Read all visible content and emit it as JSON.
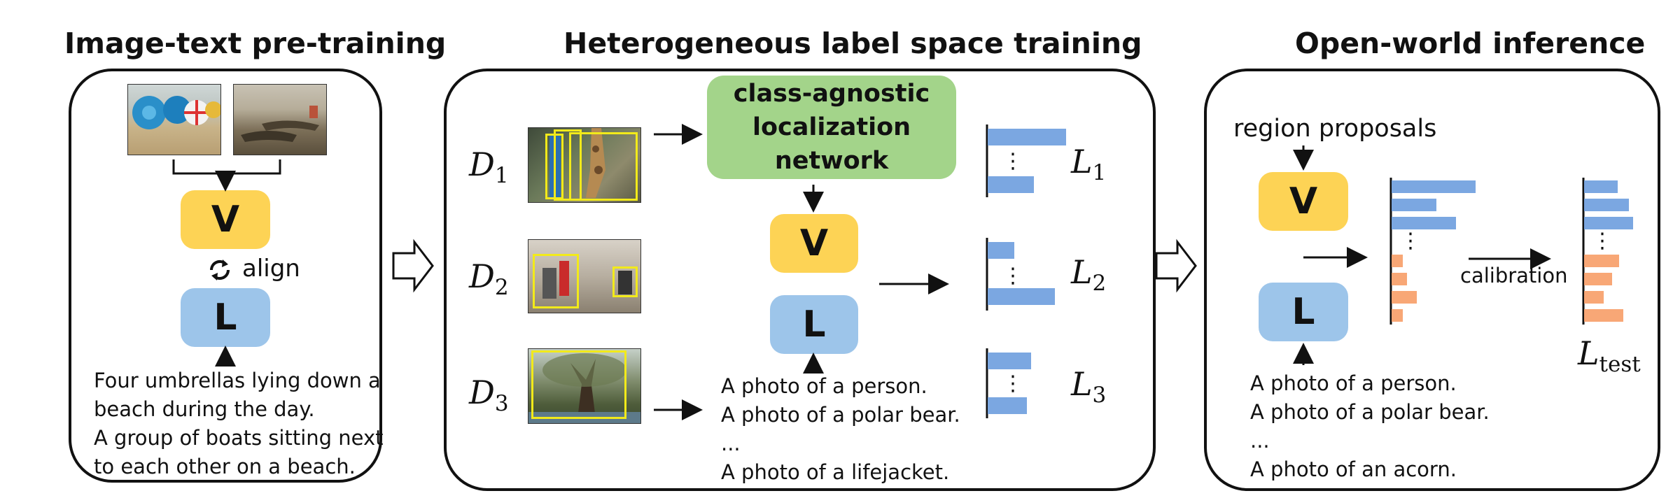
{
  "titles": {
    "pretraining": "Image-text pre-training",
    "hetero": "Heterogeneous label space training",
    "openworld": "Open-world inference"
  },
  "panel1": {
    "v_label": "V",
    "l_label": "L",
    "align_label": "align",
    "captions": [
      "Four umbrellas lying down a",
      "beach during the day.",
      "A group of boats sitting next",
      "to each other on a beach."
    ]
  },
  "panel2": {
    "localization_label": [
      "class-agnostic",
      "localization",
      "network"
    ],
    "v_label": "V",
    "l_label": "L",
    "datasets": [
      {
        "symbol": "D",
        "sub": "1"
      },
      {
        "symbol": "D",
        "sub": "2"
      },
      {
        "symbol": "D",
        "sub": "3"
      }
    ],
    "losses": [
      {
        "symbol": "L",
        "sub": "1"
      },
      {
        "symbol": "L",
        "sub": "2"
      },
      {
        "symbol": "L",
        "sub": "3"
      }
    ],
    "prompts": [
      "A photo of a person.",
      "A photo of a polar bear.",
      "...",
      "A photo of a lifejacket."
    ],
    "vdots": "⋮"
  },
  "panel3": {
    "region_proposals": "region proposals",
    "v_label": "V",
    "l_label": "L",
    "calibration": "calibration",
    "loss": {
      "symbol": "L",
      "sub": "test"
    },
    "prompts": [
      "A photo of a person.",
      "A photo of a polar bear.",
      "...",
      "A photo of an acorn."
    ],
    "vdots": "⋮"
  },
  "colors": {
    "v_box": "#fdd355",
    "l_box": "#9dc5ea",
    "localization_box": "#a3d48a",
    "blue_bar": "#7ba7e1",
    "orange_bar": "#f8a776",
    "bbox": "#f2ea1a"
  },
  "icons": [
    "align-cycle-icon",
    "hollow-right-arrow-icon"
  ]
}
